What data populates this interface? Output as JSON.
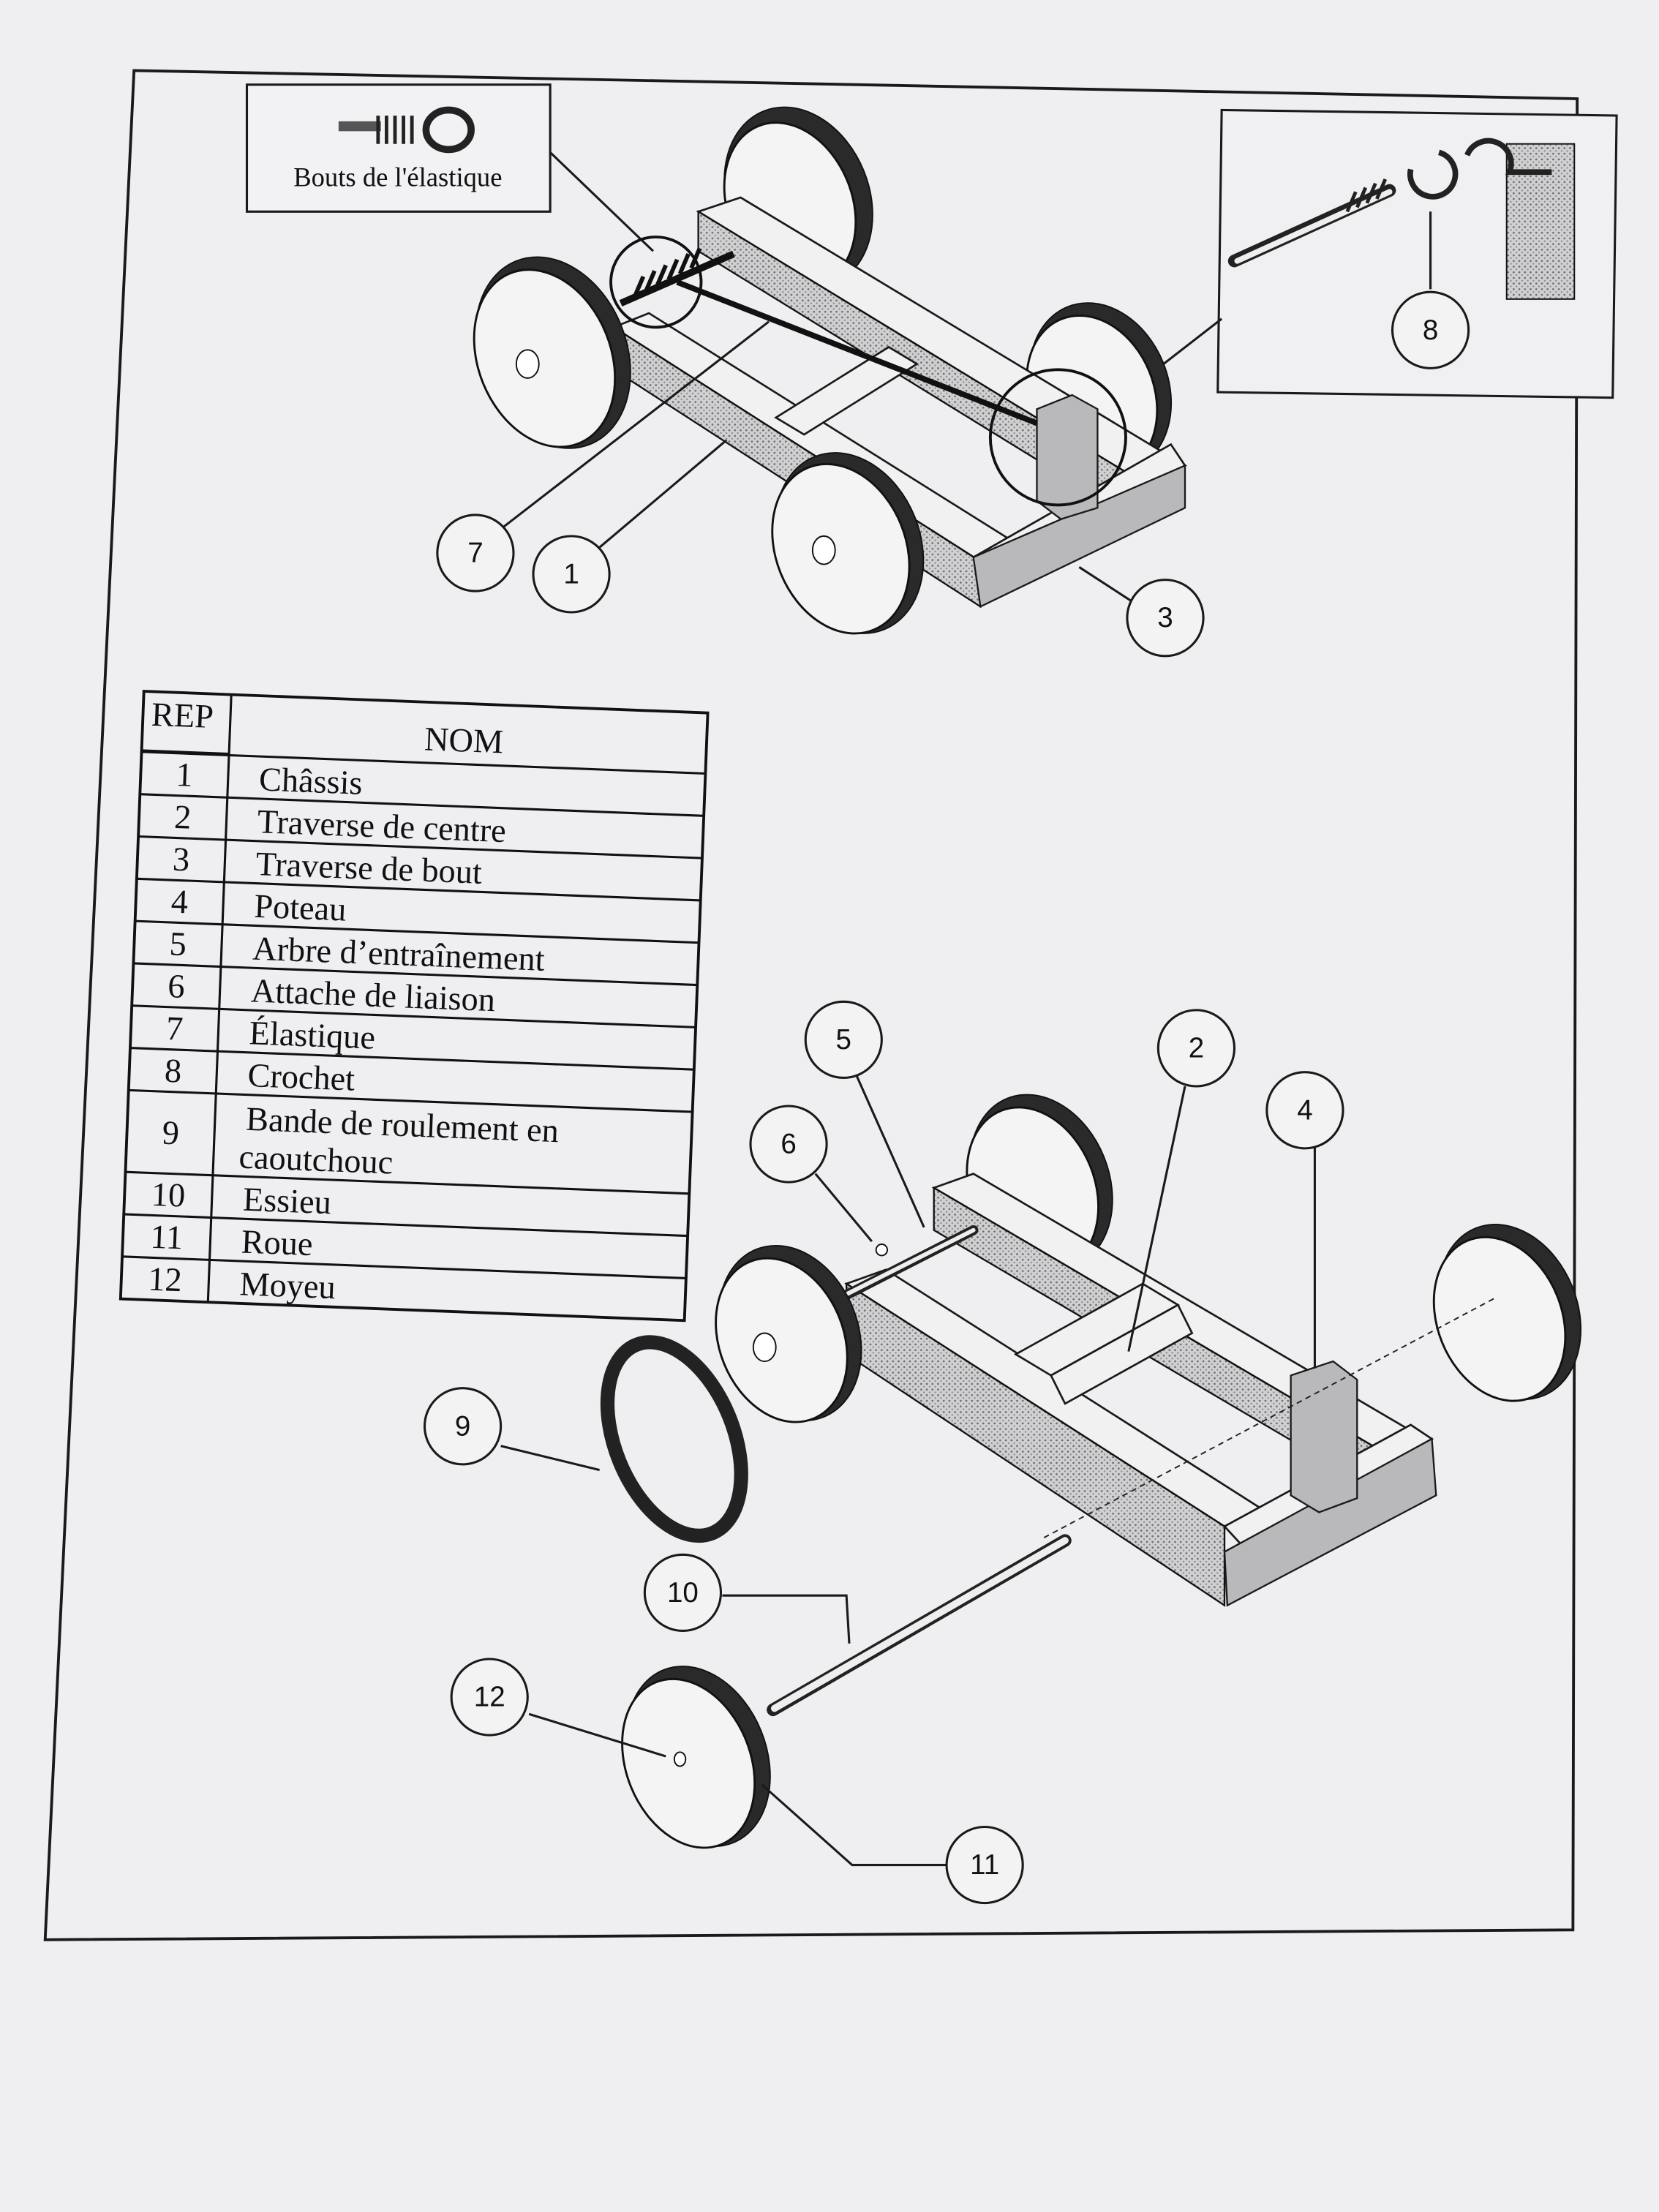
{
  "inset_label": "Bouts de l'élastique",
  "table": {
    "headers": {
      "rep": "REP",
      "nom": "NOM"
    },
    "rows": [
      {
        "rep": "1",
        "nom": "Châssis"
      },
      {
        "rep": "2",
        "nom": "Traverse de centre"
      },
      {
        "rep": "3",
        "nom": "Traverse de bout"
      },
      {
        "rep": "4",
        "nom": "Poteau"
      },
      {
        "rep": "5",
        "nom": "Arbre d’entraînement"
      },
      {
        "rep": "6",
        "nom": "Attache de liaison"
      },
      {
        "rep": "7",
        "nom": "Élastique"
      },
      {
        "rep": "8",
        "nom": "Crochet"
      },
      {
        "rep": "9",
        "nom": "Bande de roulement en",
        "nom2": "caoutchouc"
      },
      {
        "rep": "10",
        "nom": "Essieu"
      },
      {
        "rep": "11",
        "nom": "Roue"
      },
      {
        "rep": "12",
        "nom": "Moyeu"
      }
    ]
  },
  "callouts": {
    "top_assembly": [
      "7",
      "1",
      "3",
      "8"
    ],
    "exploded_view": [
      "5",
      "2",
      "4",
      "6",
      "9",
      "10",
      "12",
      "11"
    ]
  }
}
